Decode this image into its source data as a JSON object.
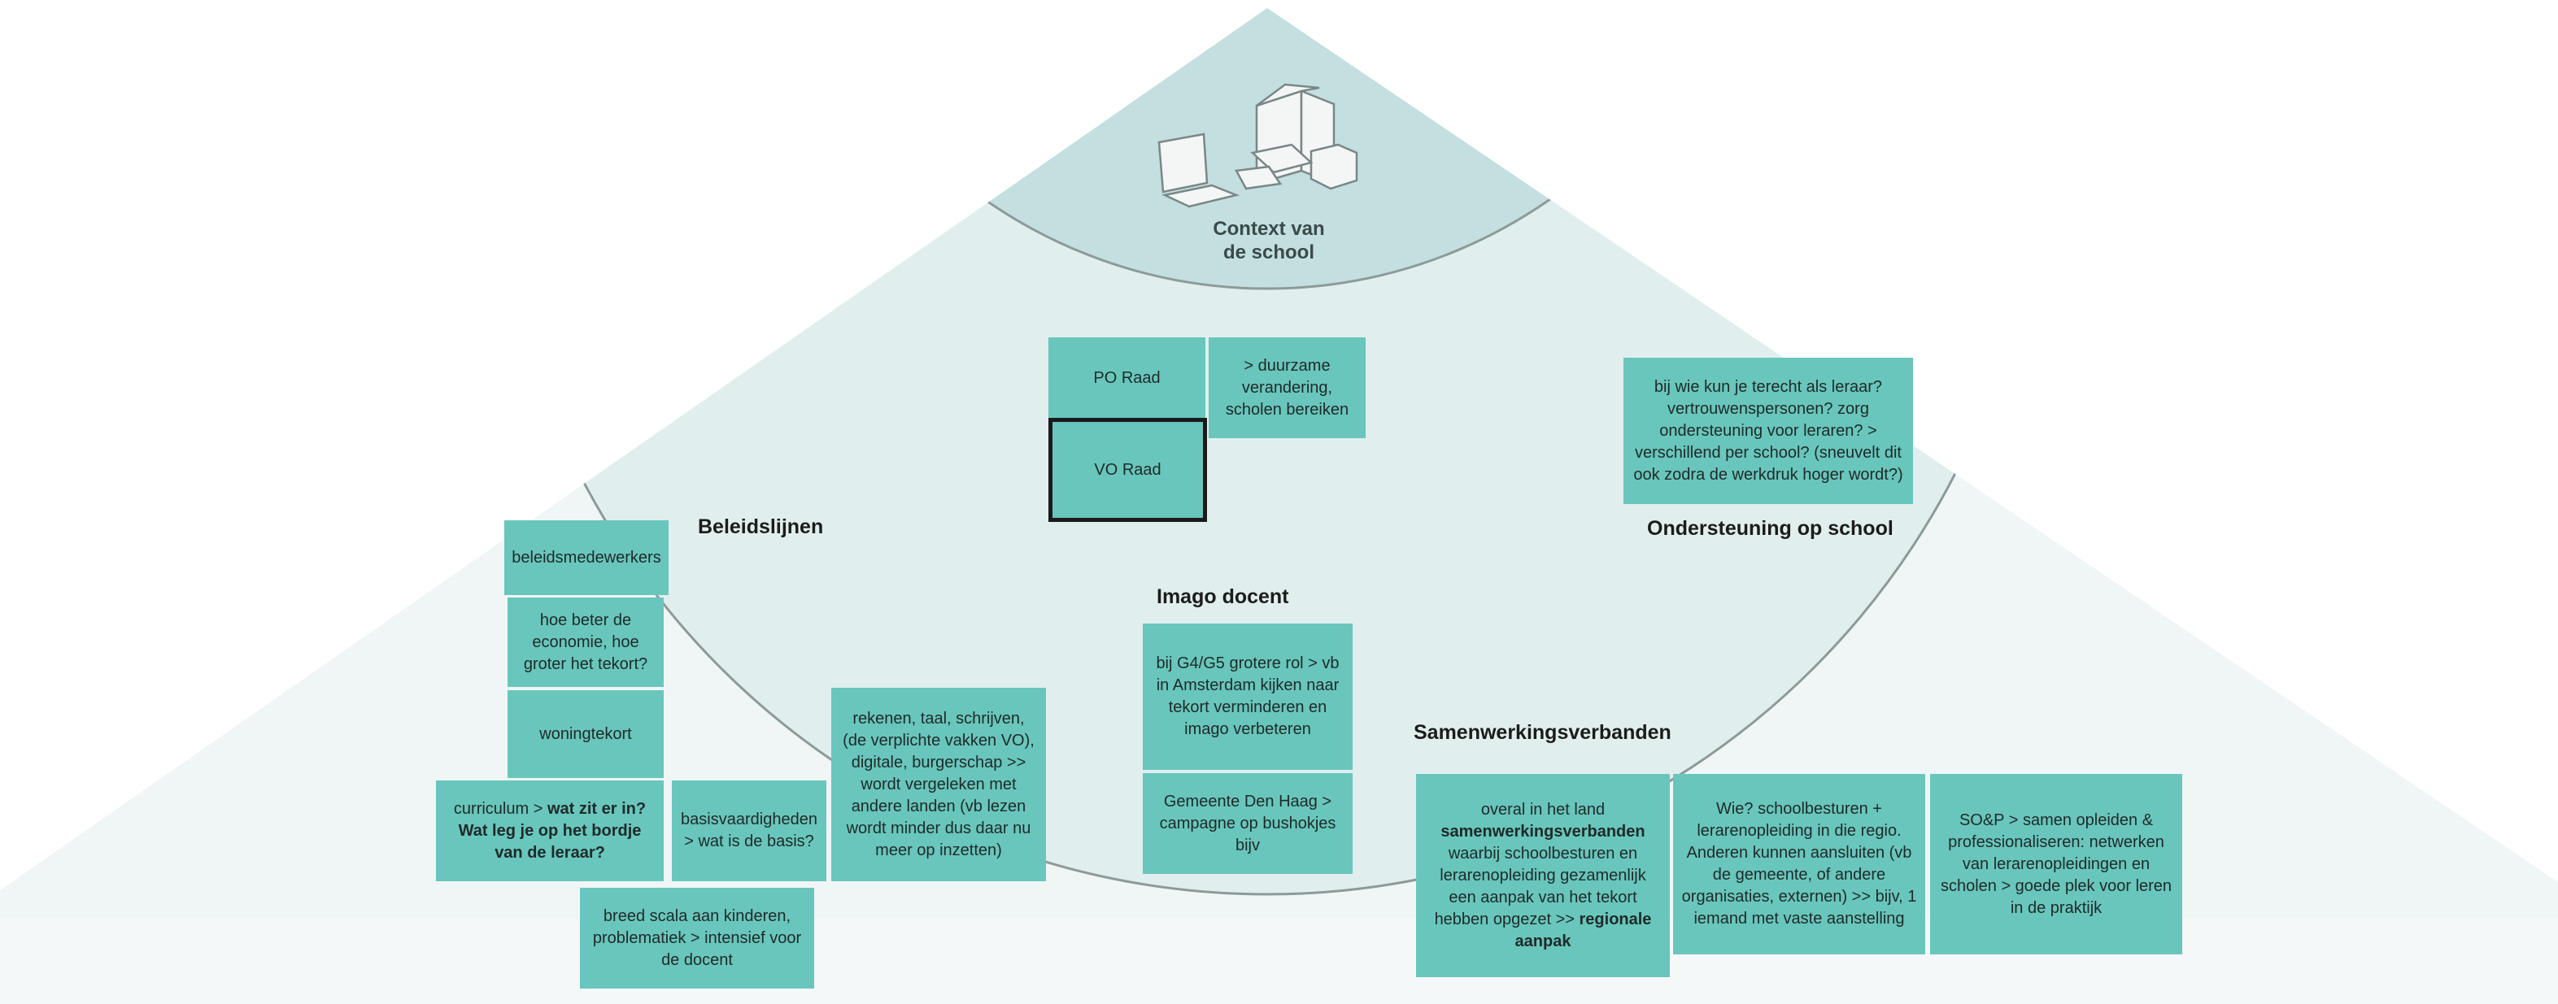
{
  "colors": {
    "outer_triangle": "#f0f6f6",
    "middle_band": "#e1eeee",
    "inner_cap": "#c4dfdf",
    "sticky_note": "#69c6bc",
    "arc_line": "#8d9a9a"
  },
  "context": {
    "icon": "school-computer-building-icon",
    "line1": "Context van",
    "line2": "de school"
  },
  "labels": {
    "beleidslijnen": "Beleidslijnen",
    "ondersteuning": "Ondersteuning op school",
    "imago": "Imago docent",
    "samenwerking": "Samenwerkingsverbanden"
  },
  "notes": {
    "po_raad": "PO Raad",
    "duurzame": "> duurzame verandering, scholen bereiken",
    "vo_raad": "VO Raad",
    "ondersteuning_vragen": "bij wie kun je terecht als leraar? vertrouwenspersonen? zorg ondersteuning voor leraren? > verschillend per school? (sneuvelt dit ook zodra de werkdruk hoger wordt?)",
    "beleidsmedewerkers": "beleidsmedewerkers",
    "economie": "hoe beter de economie, hoe groter het tekort?",
    "woningtekort": "woningtekort",
    "curriculum": {
      "prefix": "curriculum > ",
      "bold": "wat zit er in? Wat leg je op het bordje van de leraar?"
    },
    "basisvaardigheden": "basisvaardigheden > wat is de basis?",
    "rekenen": "rekenen, taal, schrijven, (de verplichte vakken VO), digitale, burgerschap >> wordt vergeleken met andere landen (vb lezen wordt minder dus daar nu meer op inzetten)",
    "breed_scala": "breed scala aan kinderen, problematiek > intensief voor de docent",
    "g4g5": "bij G4/G5 grotere rol > vb in Amsterdam kijken naar tekort verminderen en imago verbeteren",
    "den_haag": "Gemeente Den Haag > campagne op bushokjes bijv",
    "overal": {
      "pre": "overal in het land ",
      "bold1": "samenwerkingsverbanden",
      "mid": " waarbij schoolbesturen en lerarenopleiding gezamenlijk een aanpak van het tekort hebben opgezet >> ",
      "bold2": "regionale aanpak"
    },
    "wie": "Wie? schoolbesturen + lerarenopleiding in die regio. Anderen kunnen aansluiten (vb de gemeente, of andere organisaties, externen) >> bijv, 1 iemand met vaste aanstelling",
    "sop": "SO&P > samen opleiden & professionaliseren: netwerken van lerarenopleidingen en scholen > goede plek voor leren in de praktijk"
  }
}
